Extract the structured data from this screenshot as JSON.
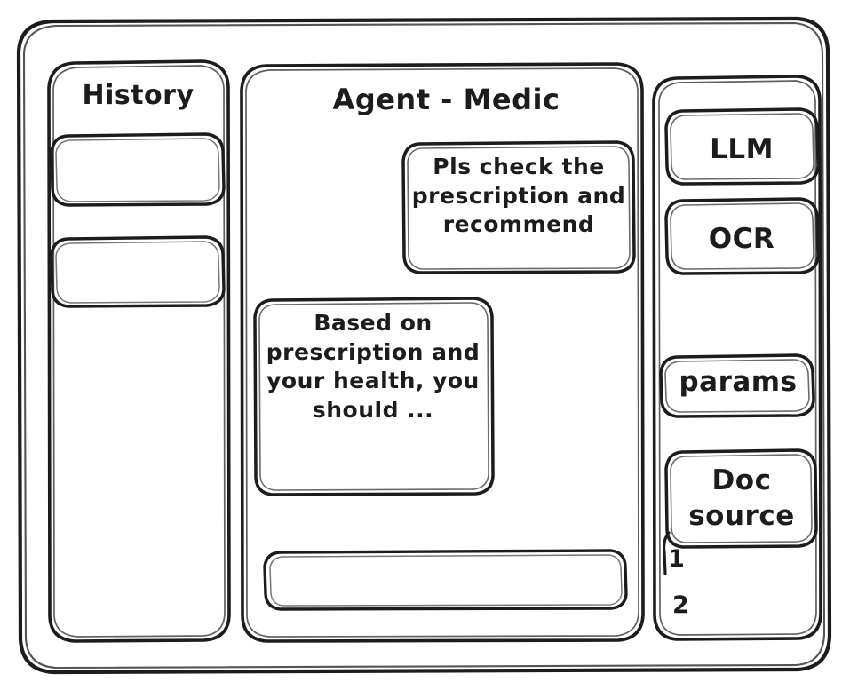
{
  "window": {
    "title": "Agent - Medic",
    "style": "hand-drawn wireframe",
    "stroke_color": "#1c1c1c",
    "background_color": "#ffffff"
  },
  "sidebar": {
    "title": "History",
    "items": [
      {
        "label": "",
        "name": "history-item-1"
      },
      {
        "label": "",
        "name": "history-item-2"
      }
    ]
  },
  "main": {
    "title": "Agent - Medic",
    "messages": [
      {
        "role": "user",
        "text": "Pls check the prescription and recommend",
        "align": "right"
      },
      {
        "role": "assistant",
        "text": "Based on prescription and your health, you should ...",
        "align": "left"
      }
    ],
    "composer": {
      "value": "",
      "placeholder": ""
    }
  },
  "tools": {
    "buttons": [
      {
        "label": "LLM",
        "name": "tool-llm"
      },
      {
        "label": "OCR",
        "name": "tool-ocr"
      },
      {
        "label": "params",
        "name": "tool-params"
      }
    ],
    "doc_source": {
      "label": "Doc source",
      "items": [
        "1",
        "2"
      ]
    }
  }
}
